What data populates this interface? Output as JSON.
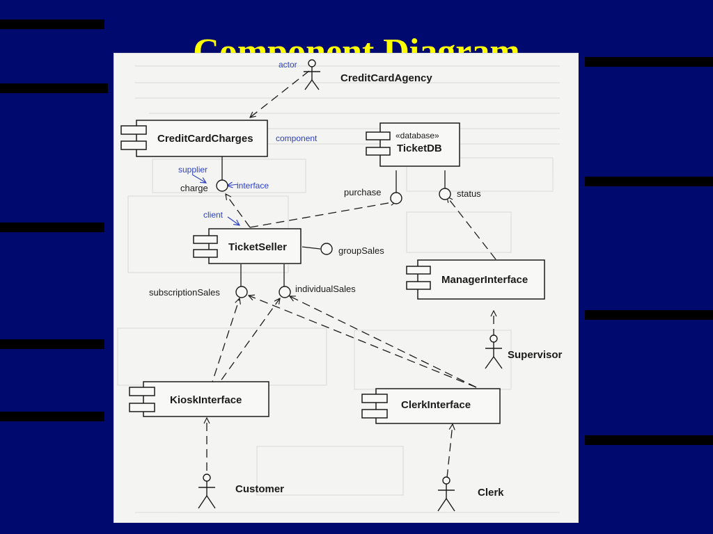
{
  "slide": {
    "title": "Component Diagram"
  },
  "diagram": {
    "components": {
      "credit_card_charges": "CreditCardCharges",
      "ticket_db_stereotype": "«database»",
      "ticket_db": "TicketDB",
      "ticket_seller": "TicketSeller",
      "manager_interface": "ManagerInterface",
      "kiosk_interface": "KioskInterface",
      "clerk_interface": "ClerkInterface"
    },
    "interfaces": {
      "charge": "charge",
      "purchase": "purchase",
      "status": "status",
      "group_sales": "groupSales",
      "subscription_sales": "subscriptionSales",
      "individual_sales": "individualSales"
    },
    "actors": {
      "credit_card_agency": "CreditCardAgency",
      "supervisor": "Supervisor",
      "customer": "Customer",
      "clerk": "Clerk"
    },
    "annotations": {
      "actor": "actor",
      "component": "component",
      "supplier": "supplier",
      "interface": "interface",
      "client": "client"
    },
    "colors": {
      "slide_background": "#000a6e",
      "title": "#ffff00",
      "annotation": "#2a3fc0",
      "ink": "#1a1a1a"
    }
  }
}
